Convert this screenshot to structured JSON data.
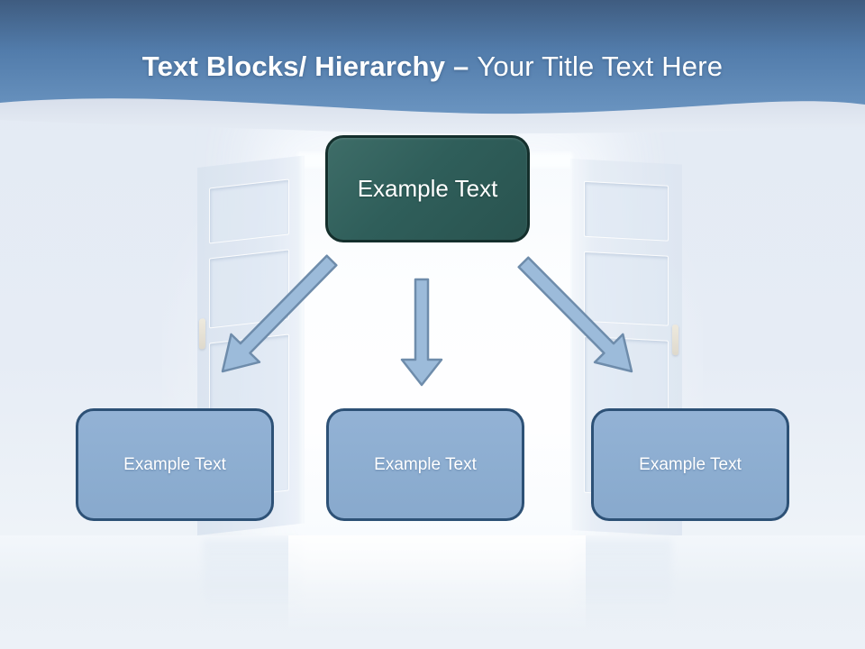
{
  "slide": {
    "header": {
      "title_bold": "Text Blocks/ Hierarchy –",
      "title_regular": "Your Title Text Here"
    },
    "diagram": {
      "root": {
        "label": "Example Text"
      },
      "children": [
        {
          "label": "Example Text"
        },
        {
          "label": "Example Text"
        },
        {
          "label": "Example Text"
        }
      ]
    },
    "background": {
      "description": "photo of open double doors with bright light"
    },
    "colors": {
      "header_blue_top": "#3f5c80",
      "header_blue_bottom": "#6a94c0",
      "wave_gray": "#dbe2ec",
      "root_fill": "#2f5e5a",
      "root_border": "#142f2c",
      "child_fill": "#8fafd2",
      "child_border": "#2d5176",
      "arrow_fill": "#9cbbda",
      "arrow_stroke": "#6e8cab",
      "text": "#ffffff"
    }
  }
}
